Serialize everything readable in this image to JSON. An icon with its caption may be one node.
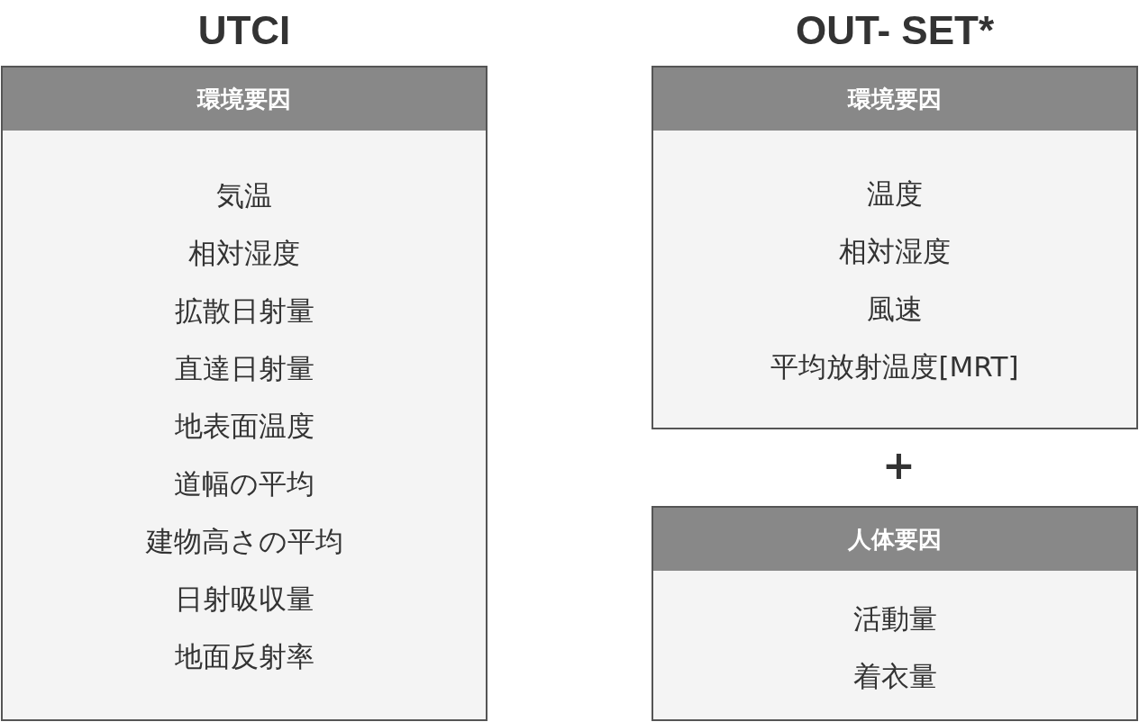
{
  "diagram": {
    "nodes": [
      {
        "text": [
          "UTCI",
          "環境要因",
          "気温",
          "相対湿度",
          "拡散日射量",
          "直達日射量",
          "地表面温度",
          "道幅の平均",
          "建物高さの平均",
          "日射吸収量",
          "地面反射率"
        ]
      },
      {
        "text": [
          "OUT- SET*",
          "環境要因",
          "温度",
          "相対湿度",
          "風速",
          "平均放射温度[MRT]"
        ]
      },
      {
        "text": [
          "人体要因",
          "活動量",
          "着衣量"
        ]
      }
    ],
    "labels": [
      "+"
    ]
  }
}
